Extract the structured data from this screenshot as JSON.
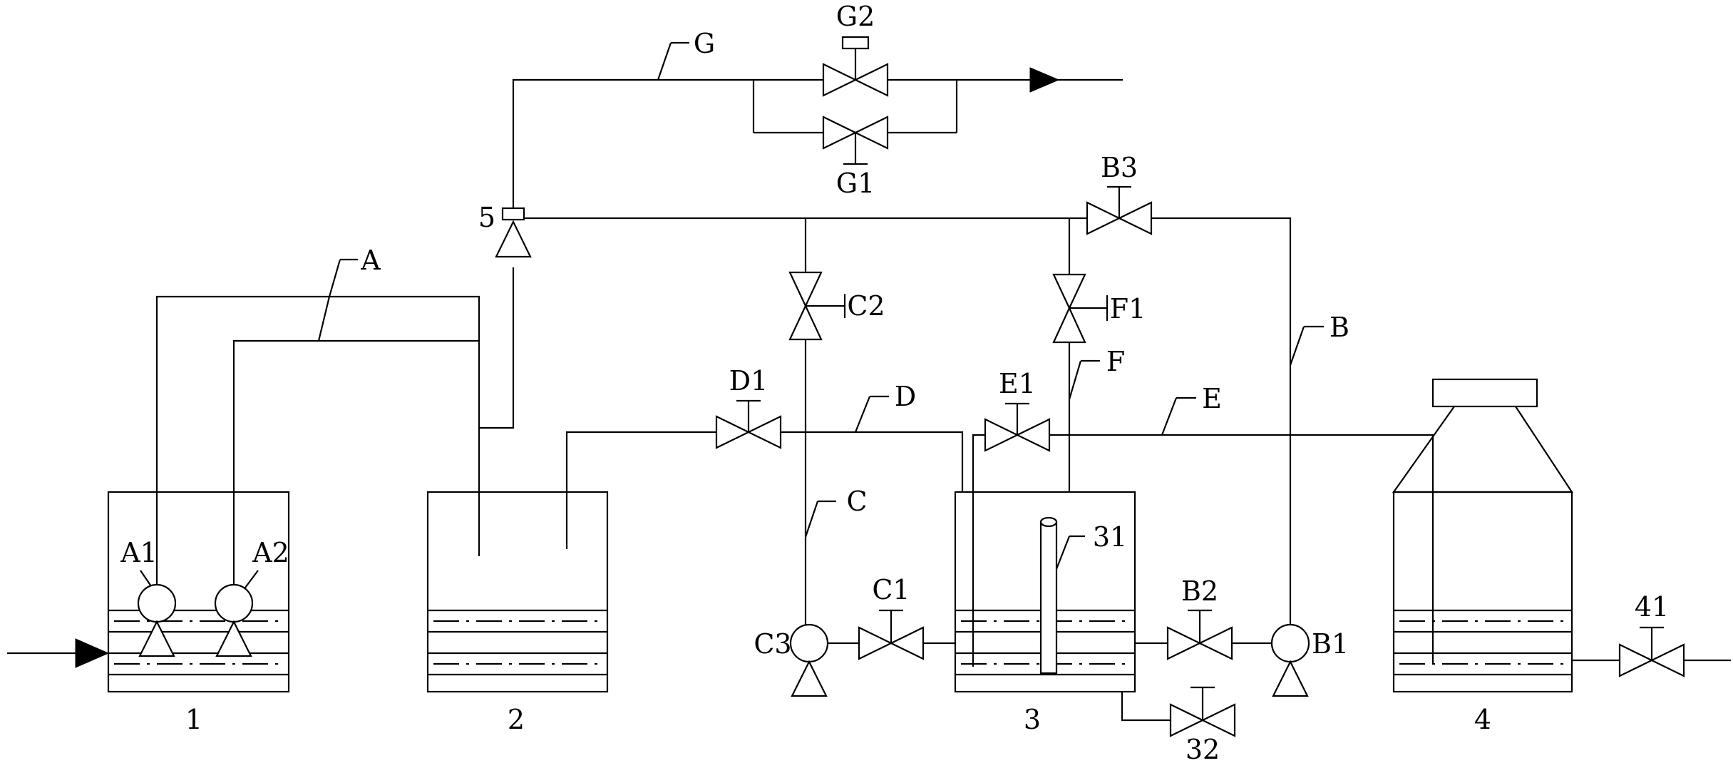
{
  "tanks": {
    "t1": "1",
    "t2": "2",
    "t3": "3",
    "t4": "4"
  },
  "lines": {
    "A": "A",
    "B": "B",
    "C": "C",
    "D": "D",
    "E": "E",
    "F": "F",
    "G": "G"
  },
  "pumps": {
    "A1": "A1",
    "A2": "A2",
    "B1": "B1",
    "C3": "C3"
  },
  "valves": {
    "G1": "G1",
    "G2": "G2",
    "B2": "B2",
    "B3": "B3",
    "C1": "C1",
    "C2": "C2",
    "D1": "D1",
    "E1": "E1",
    "F1": "F1",
    "v32": "32",
    "v41": "41"
  },
  "components": {
    "mixer": "5",
    "inner_tube": "31"
  }
}
